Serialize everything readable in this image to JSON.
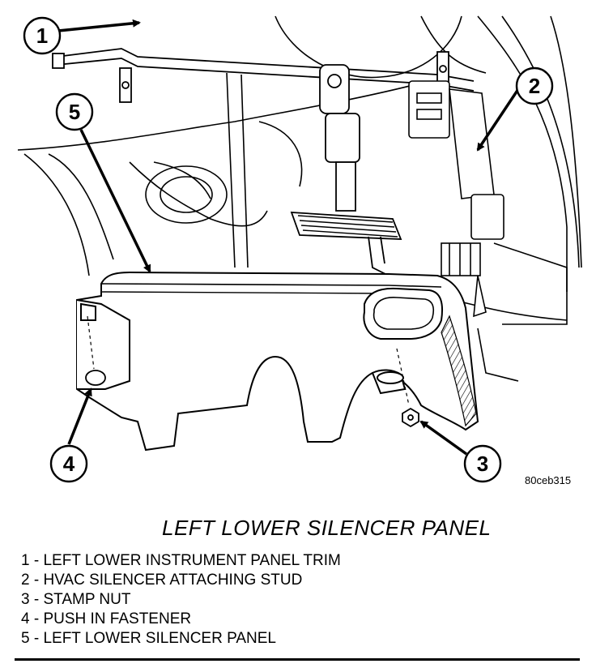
{
  "figure": {
    "code": "80ceb315",
    "title": "LEFT LOWER SILENCER PANEL"
  },
  "callouts": [
    {
      "number": "1",
      "text": "LEFT LOWER INSTRUMENT PANEL TRIM"
    },
    {
      "number": "2",
      "text": "HVAC SILENCER ATTACHING STUD"
    },
    {
      "number": "3",
      "text": "STAMP NUT"
    },
    {
      "number": "4",
      "text": "PUSH IN FASTENER"
    },
    {
      "number": "5",
      "text": "LEFT LOWER SILENCER PANEL"
    }
  ],
  "legend": [
    "1 - LEFT LOWER INSTRUMENT PANEL TRIM",
    "2 - HVAC SILENCER ATTACHING STUD",
    "3 - STAMP NUT",
    "4 - PUSH IN FASTENER",
    "5 - LEFT LOWER SILENCER PANEL"
  ]
}
